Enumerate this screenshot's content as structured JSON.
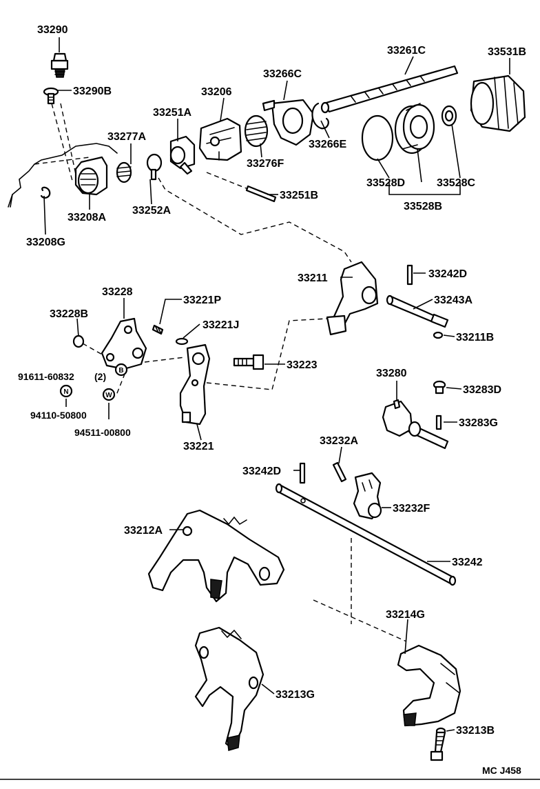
{
  "diagram": {
    "code": "MC J458",
    "labels": {
      "p33290": "33290",
      "p33290B": "33290B",
      "p33277A": "33277A",
      "p33251A": "33251A",
      "p33206": "33206",
      "p33266C": "33266C",
      "p33261C": "33261C",
      "p33531B": "33531B",
      "p33266E": "33266E",
      "p33276F": "33276F",
      "p33528D": "33528D",
      "p33528C": "33528C",
      "p33528B": "33528B",
      "p33251B": "33251B",
      "p33208A": "33208A",
      "p33252A": "33252A",
      "p33208G": "33208G",
      "p33211": "33211",
      "p33242D_top": "33242D",
      "p33243A": "33243A",
      "p33211B": "33211B",
      "p33228": "33228",
      "p33221P": "33221P",
      "p33228B": "33228B",
      "p33221J": "33221J",
      "p33223": "33223",
      "p91611": "91611-60832",
      "p91611qty": "(2)",
      "p94110": "94110-50800",
      "p94511": "94511-00800",
      "p33221": "33221",
      "p33280": "33280",
      "p33283D": "33283D",
      "p33283G": "33283G",
      "p33232A": "33232A",
      "p33242D_mid": "33242D",
      "p33232F": "33232F",
      "p33212A": "33212A",
      "p33242": "33242",
      "p33214G": "33214G",
      "p33213G": "33213G",
      "p33213B": "33213B"
    },
    "badges": {
      "bolt": "B",
      "nut": "N",
      "washer": "W"
    }
  }
}
